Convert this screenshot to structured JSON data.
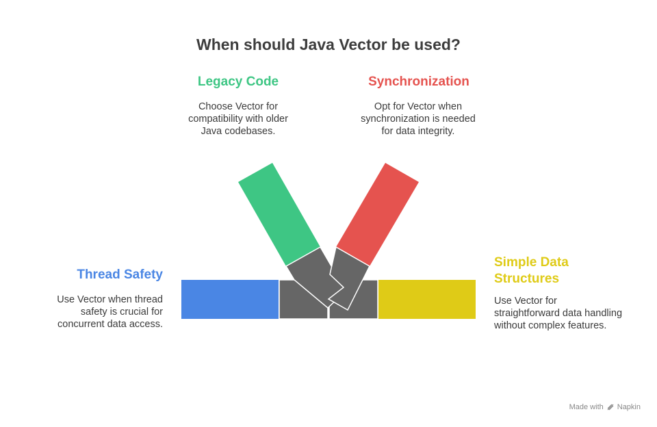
{
  "title": "When should Java Vector be used?",
  "items": [
    {
      "id": "legacy",
      "heading": "Legacy Code",
      "description": "Choose Vector for compatibility with older Java codebases.",
      "color": "#3ec684"
    },
    {
      "id": "sync",
      "heading": "Synchronization",
      "description": "Opt for Vector when synchronization is needed for data integrity.",
      "color": "#e5534f"
    },
    {
      "id": "thread",
      "heading": "Thread Safety",
      "description": "Use Vector when thread safety is crucial for concurrent data access.",
      "color": "#4a86e4"
    },
    {
      "id": "simple",
      "heading": "Simple Data Structures",
      "description": "Use Vector for straightforward data handling without complex features.",
      "color": "#dfcb17"
    }
  ],
  "hub_color": "#666666",
  "footer": {
    "made_with": "Made with",
    "brand": "Napkin"
  }
}
